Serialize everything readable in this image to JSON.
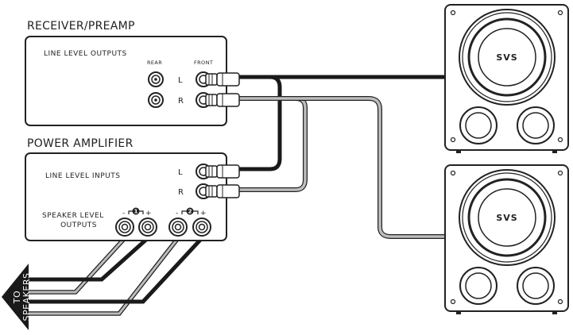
{
  "receiver": {
    "title": "RECEIVER/PREAMP",
    "section_label": "LINE LEVEL OUTPUTS",
    "rear_label": "REAR",
    "front_label": "FRONT",
    "left_label": "L",
    "right_label": "R"
  },
  "amplifier": {
    "title": "POWER AMPLIFIER",
    "inputs_label": "LINE LEVEL INPUTS",
    "left_label": "L",
    "right_label": "R",
    "speaker_outputs_line1": "SPEAKER LEVEL",
    "speaker_outputs_line2": "OUTPUTS",
    "channel1_badge": "1",
    "channel2_badge": "2",
    "minus_sign": "-",
    "plus_sign": "+"
  },
  "arrow": {
    "line1": "TO",
    "line2": "SPEAKERS"
  },
  "subwoofers": [
    {
      "logo": "SVS"
    },
    {
      "logo": "SVS"
    }
  ],
  "colors": {
    "outline": "#222222",
    "black_cable": "#1a1a1a",
    "gray_cable": "#9a9a9a",
    "arrow_fill": "#1a1a1a"
  }
}
